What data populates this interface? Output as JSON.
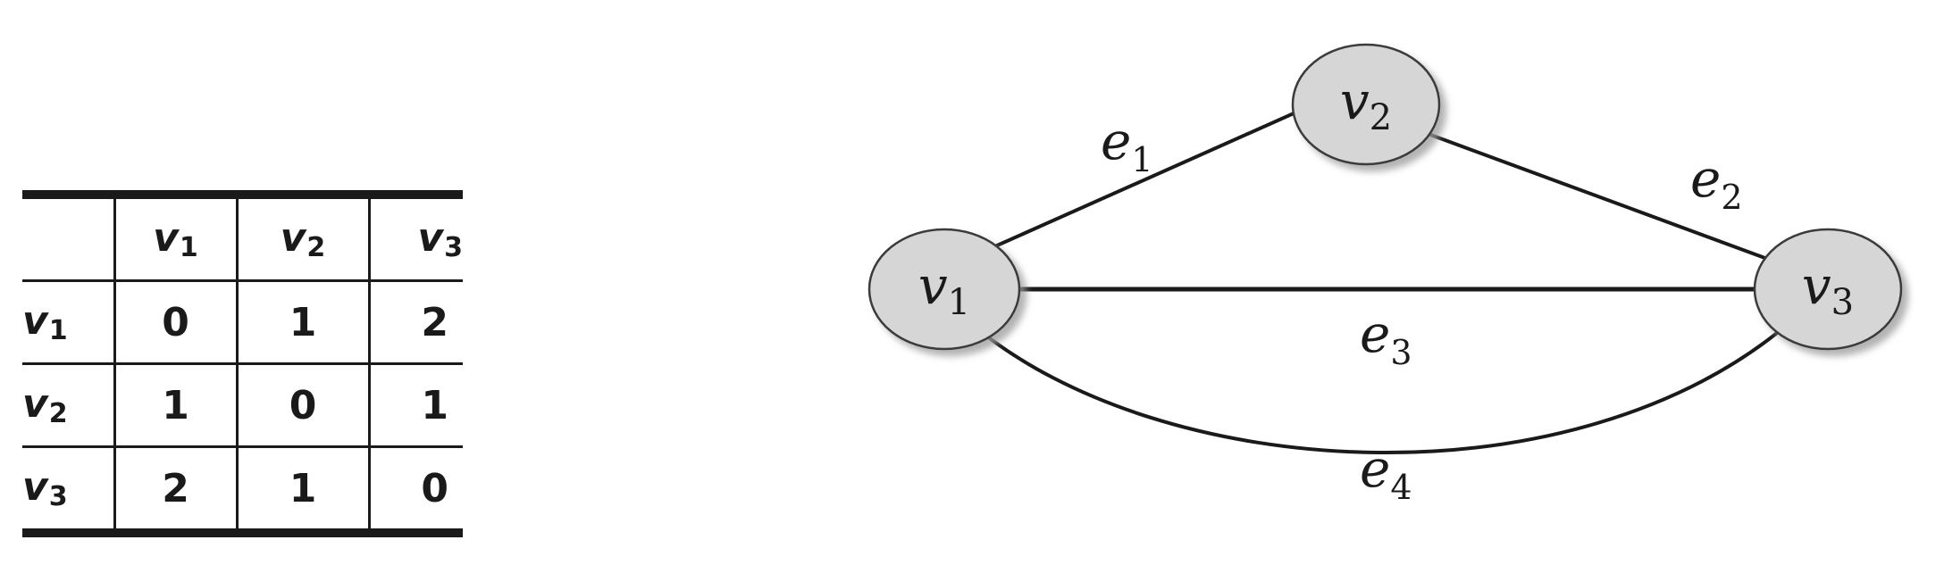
{
  "matrix": {
    "corner": "",
    "columns": [
      {
        "base": "v",
        "sub": "1"
      },
      {
        "base": "v",
        "sub": "2"
      },
      {
        "base": "v",
        "sub": "3"
      }
    ],
    "rows": [
      {
        "label": {
          "base": "v",
          "sub": "1"
        },
        "values": [
          "0",
          "1",
          "2"
        ]
      },
      {
        "label": {
          "base": "v",
          "sub": "2"
        },
        "values": [
          "1",
          "0",
          "1"
        ]
      },
      {
        "label": {
          "base": "v",
          "sub": "3"
        },
        "values": [
          "2",
          "1",
          "0"
        ]
      }
    ]
  },
  "graph": {
    "nodes": [
      {
        "id": "v1",
        "base": "v",
        "sub": "1"
      },
      {
        "id": "v2",
        "base": "v",
        "sub": "2"
      },
      {
        "id": "v3",
        "base": "v",
        "sub": "3"
      }
    ],
    "edges": [
      {
        "id": "e1",
        "base": "e",
        "sub": "1",
        "from": "v1",
        "to": "v2"
      },
      {
        "id": "e2",
        "base": "e",
        "sub": "2",
        "from": "v2",
        "to": "v3"
      },
      {
        "id": "e3",
        "base": "e",
        "sub": "3",
        "from": "v1",
        "to": "v3"
      },
      {
        "id": "e4",
        "base": "e",
        "sub": "4",
        "from": "v1",
        "to": "v3"
      }
    ],
    "node_fill": "#d6d6d6",
    "node_stroke": "#3a3a3a",
    "edge_color": "#1a1a1a"
  }
}
